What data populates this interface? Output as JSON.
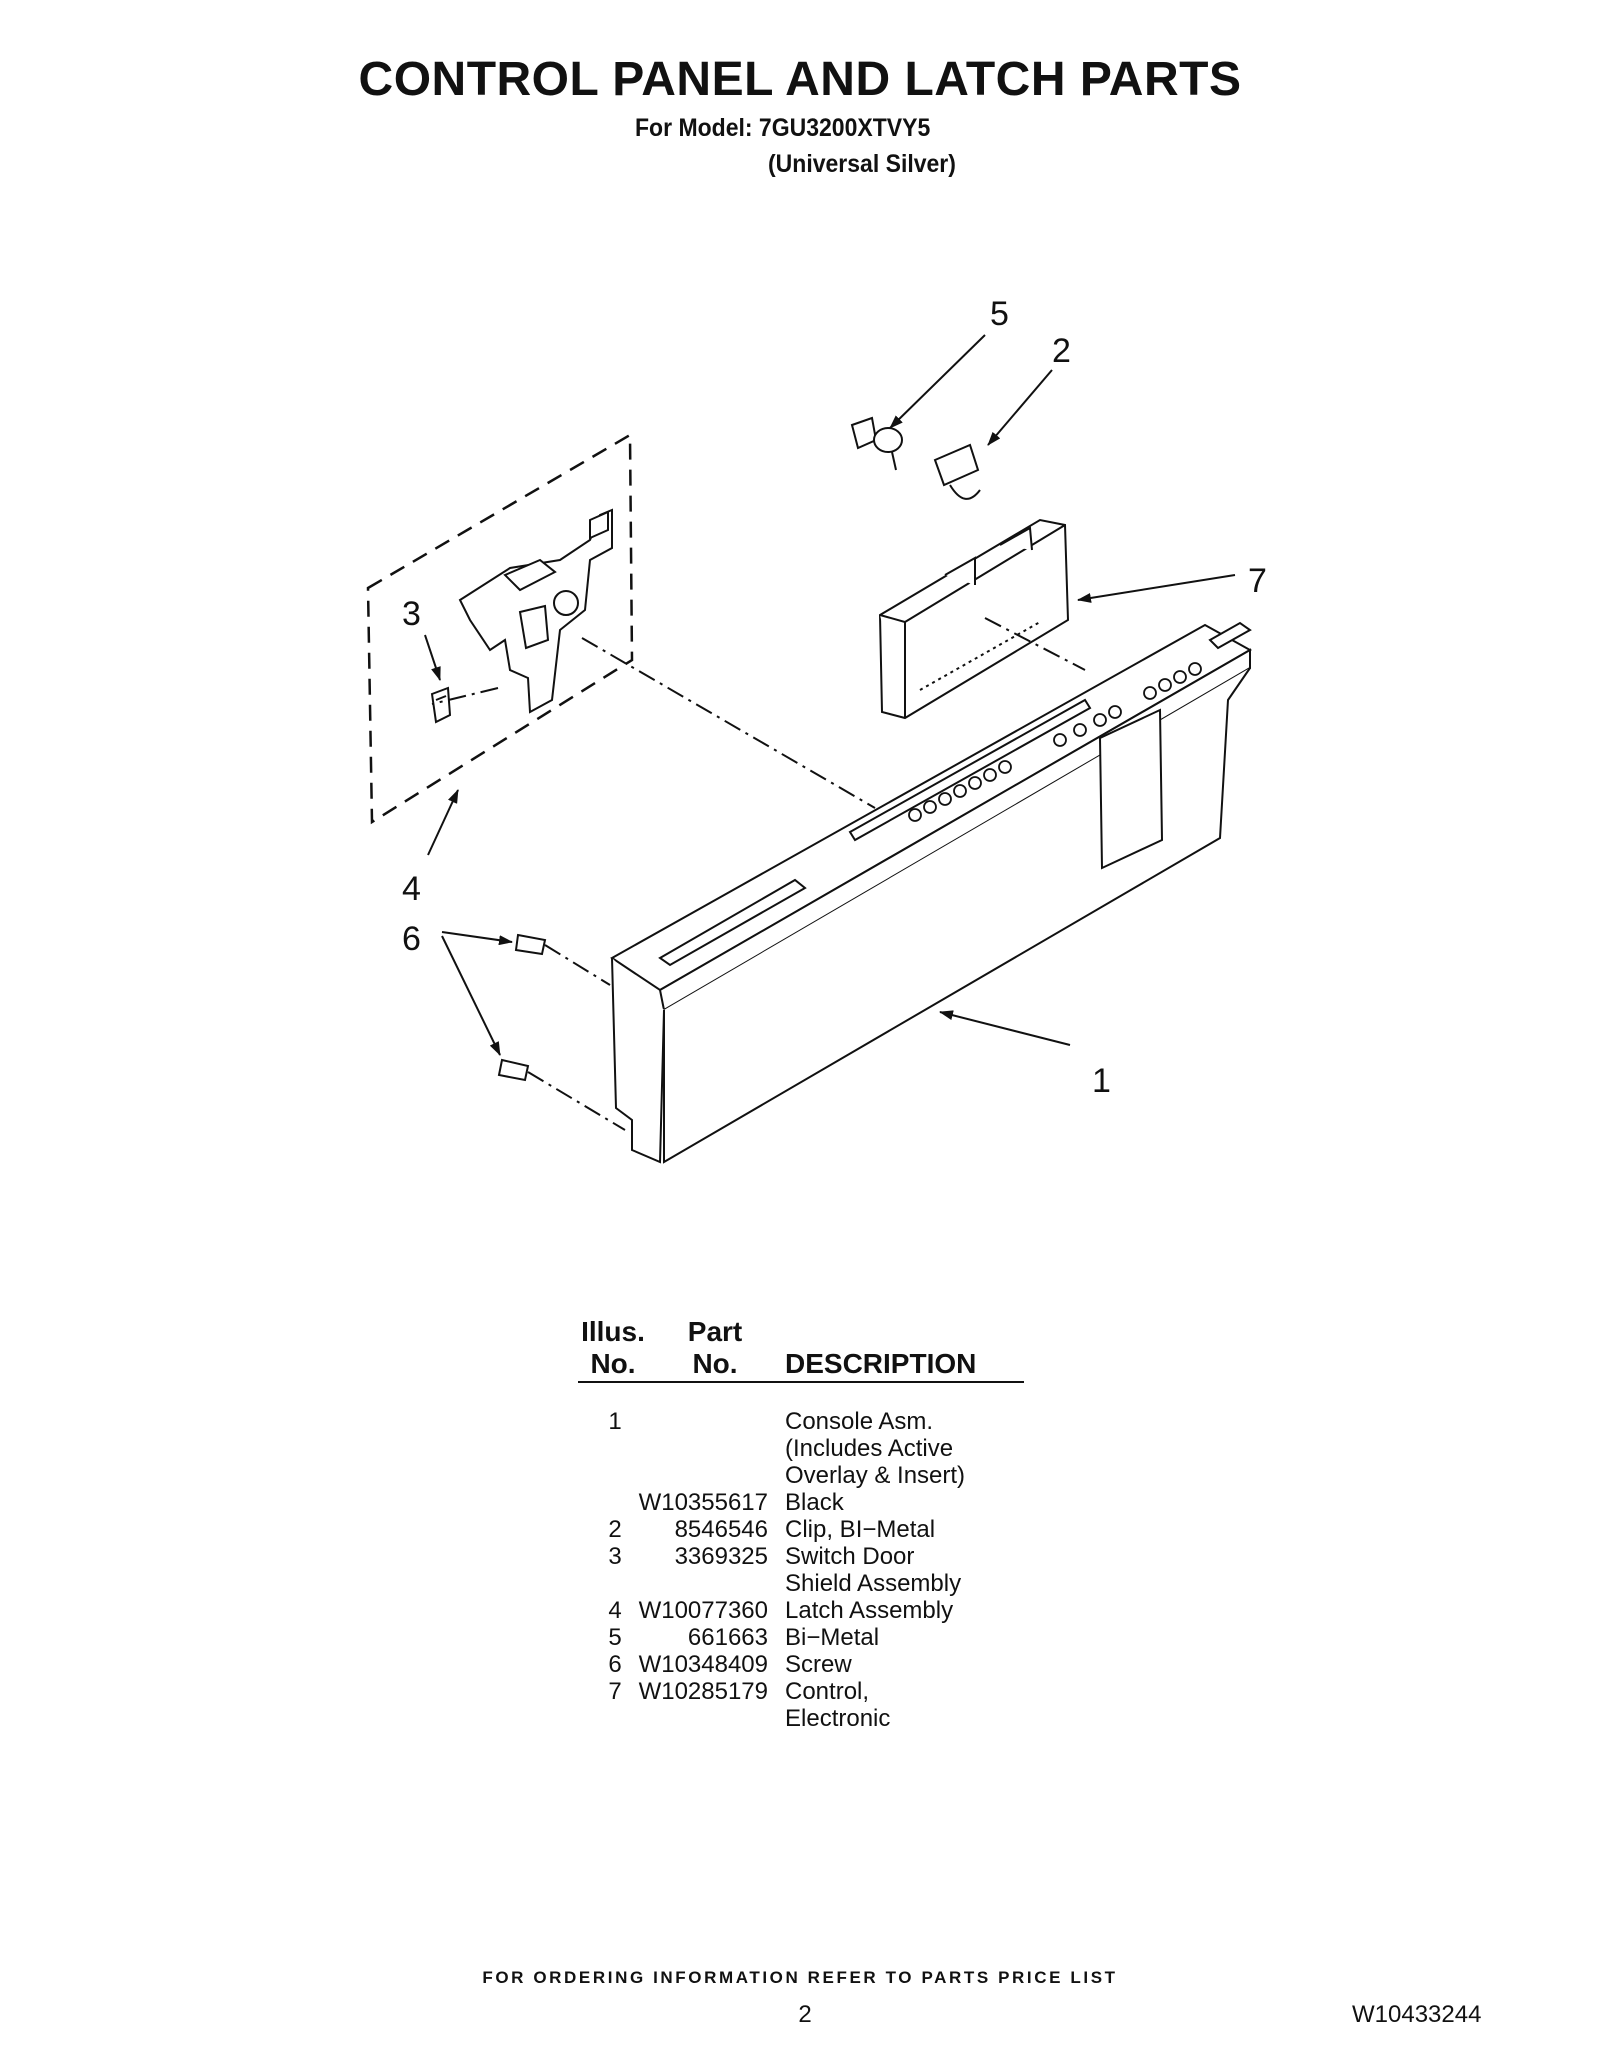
{
  "header": {
    "title": "CONTROL PANEL AND LATCH PARTS",
    "model": "For Model: 7GU3200XTVY5",
    "variant": "(Universal Silver)"
  },
  "diagram": {
    "callouts": [
      "5",
      "2",
      "7",
      "3",
      "4",
      "6",
      "1"
    ]
  },
  "parts_table": {
    "columns": [
      "Illus.\nNo.",
      "Part\nNo.",
      "DESCRIPTION"
    ],
    "col_illus_line1": "Illus.",
    "col_illus_line2": "No.",
    "col_part_line1": "Part",
    "col_part_line2": "No.",
    "col_desc": "DESCRIPTION",
    "rows": [
      {
        "illus": "1",
        "part": "",
        "desc": "Console Asm."
      },
      {
        "illus": "",
        "part": "",
        "desc": "(Includes Active"
      },
      {
        "illus": "",
        "part": "",
        "desc": "Overlay & Insert)"
      },
      {
        "illus": "",
        "part": "W10355617",
        "desc": "Black"
      },
      {
        "illus": "2",
        "part": "8546546",
        "desc": "Clip, BI−Metal"
      },
      {
        "illus": "3",
        "part": "3369325",
        "desc": "Switch Door"
      },
      {
        "illus": "",
        "part": "",
        "desc": "Shield Assembly"
      },
      {
        "illus": "4",
        "part": "W10077360",
        "desc": "Latch Assembly"
      },
      {
        "illus": "5",
        "part": "661663",
        "desc": "Bi−Metal"
      },
      {
        "illus": "6",
        "part": "W10348409",
        "desc": "Screw"
      },
      {
        "illus": "7",
        "part": "W10285179",
        "desc": "Control,"
      },
      {
        "illus": "",
        "part": "",
        "desc": "Electronic"
      }
    ]
  },
  "footer": {
    "ordering_note": "FOR ORDERING INFORMATION REFER TO PARTS PRICE LIST",
    "page_number": "2",
    "doc_number": "W10433244"
  }
}
